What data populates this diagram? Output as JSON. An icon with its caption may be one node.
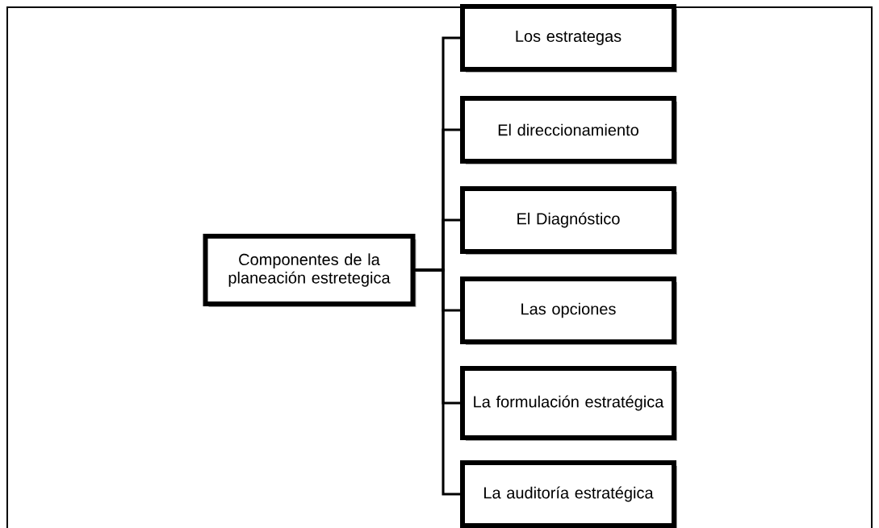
{
  "diagram": {
    "nodes": [
      {
        "text": [
          "Componentes de la planeación estretegica"
        ]
      },
      {
        "text": [
          "Los estrategas"
        ]
      },
      {
        "text": [
          "El direccionamiento"
        ]
      },
      {
        "text": [
          "El Diagnóstico"
        ]
      },
      {
        "text": [
          "Las opciones"
        ]
      },
      {
        "text": [
          "La formulación estratégica"
        ]
      },
      {
        "text": [
          "La auditoría estratégica"
        ]
      }
    ],
    "edges": [
      {
        "from": 0,
        "to": 1,
        "arrow": "none"
      },
      {
        "from": 0,
        "to": 2,
        "arrow": "none"
      },
      {
        "from": 0,
        "to": 3,
        "arrow": "none"
      },
      {
        "from": 0,
        "to": 4,
        "arrow": "none"
      },
      {
        "from": 0,
        "to": 5,
        "arrow": "none"
      },
      {
        "from": 0,
        "to": 6,
        "arrow": "none"
      }
    ]
  }
}
